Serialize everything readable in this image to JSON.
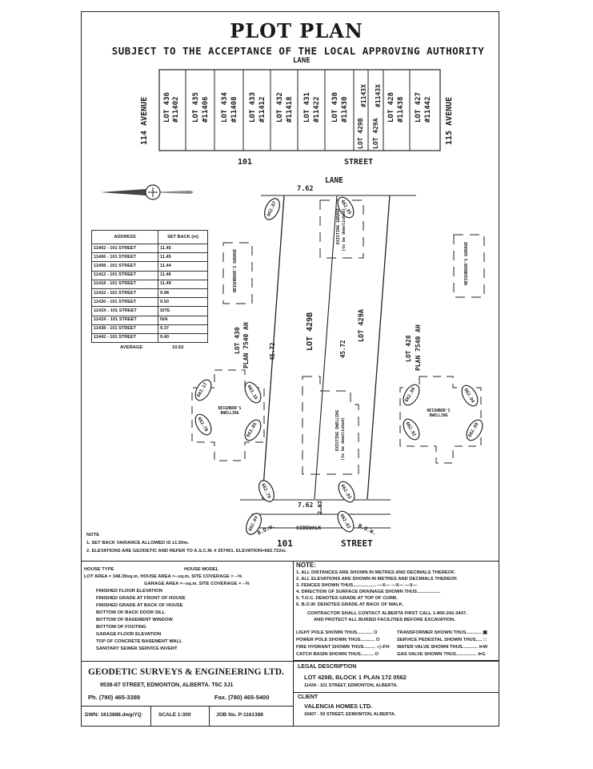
{
  "header": {
    "title": "PLOT PLAN",
    "subtitle": "SUBJECT TO THE ACCEPTANCE OF THE LOCAL APPROVING AUTHORITY"
  },
  "key_plan": {
    "lane": "LANE",
    "left_avenue": "114  AVENUE",
    "right_avenue": "115  AVENUE",
    "street_number": "101",
    "street": "STREET",
    "lots": [
      {
        "lot": "LOT 436",
        "address": "#11402"
      },
      {
        "lot": "LOT 435",
        "address": "#11406"
      },
      {
        "lot": "LOT 434",
        "address": "#11408"
      },
      {
        "lot": "LOT 433",
        "address": "#11412"
      },
      {
        "lot": "LOT 432",
        "address": "#11418"
      },
      {
        "lot": "LOT 431",
        "address": "#11422"
      },
      {
        "lot": "LOT 430",
        "address": "#11430"
      },
      {
        "lot": "LOT 429B",
        "address": "#1143X"
      },
      {
        "lot": "LOT 429A",
        "address": "#1143X"
      },
      {
        "lot": "LOT 428",
        "address": "#11438"
      },
      {
        "lot": "LOT 427",
        "address": "#11442"
      }
    ]
  },
  "site_plan": {
    "lane": "LANE",
    "lane_width": "7.62",
    "bottom_width": "7.62",
    "sidewalk_depth": "2.07",
    "sidewalk": "SIDEWALK",
    "bow_left": "B.O.W.",
    "bow_right": "B.O.W.",
    "street_number": "101",
    "street": "STREET",
    "lot_429b": "LOT 429B",
    "lot_429a": "LOT 429A",
    "depth_b": "45.72",
    "depth_a": "45.72",
    "lot_430": "LOT 430",
    "lot_430_plan": "PLAN 7540 AH",
    "lot_428": "LOT 428",
    "lot_428_plan": "PLAN 7540 AH",
    "neighbours_garage_left": "NEIGHBOUR'S GARAGE",
    "neighbours_garage_right": "NEIGHBOUR'S GARAGE",
    "existing_garage": "EXISTING GARAGE",
    "existing_garage_note": "(to be demolished)",
    "existing_dwelling": "EXISTING DWELLING",
    "existing_dwelling_note": "(to be demolished)",
    "neighbor_dwelling_left": "NEIGHBOR'S DWELLING",
    "neighbor_dwelling_right": "NEIGHBOR'S DWELLING",
    "elevations": {
      "lane_left": "662.87",
      "lane_right": "662.85",
      "front_left": "662.79",
      "front_right": "662.83",
      "bow_left": "662.64",
      "bow_right": "662.63",
      "nl_tl": "663.17",
      "nl_tr": "663.16",
      "nl_bl": "662.70",
      "nl_br": "663.05",
      "nr_tl": "662.89",
      "nr_tr": "662.94",
      "nr_bl": "662.92",
      "nr_br": "662.89"
    }
  },
  "setback_table": {
    "headers": [
      "ADDRESS",
      "SET BACK (m)"
    ],
    "rows": [
      [
        "11402 - 101 STREET",
        "11.45"
      ],
      [
        "11406 - 101 STREET",
        "11.45"
      ],
      [
        "11408 - 101 STREET",
        "11.44"
      ],
      [
        "11412 - 101 STREET",
        "11.46"
      ],
      [
        "11418 - 101 STREET",
        "11.49"
      ],
      [
        "11422 - 101 STREET",
        "9.98"
      ],
      [
        "11430 - 101 STREET",
        "9.50"
      ],
      [
        "1143X - 101 STREET",
        "SITE"
      ],
      [
        "1143X - 101 STREET",
        "N/A"
      ],
      [
        "11438 - 101 STREET",
        "9.37"
      ],
      [
        "11442 - 101 STREET",
        "9.40"
      ]
    ],
    "average_label": "AVERAGE",
    "average_value": "10.62"
  },
  "site_notes": {
    "heading": "NOTE",
    "lines": [
      "1. SET BACK VARIANCE ALLOWED IS ±1.50m.",
      "2. ELEVATIONS ARE GEODETIC AND REFER TO A.S.C.M. # 257451. ELEVATION=682.722m."
    ]
  },
  "house_info": {
    "house_type": "HOUSE TYPE",
    "house_model": "HOUSE MODEL",
    "lot_area": "LOT AREA = 348.39sq.m. HOUSE AREA =--sq.m.   SITE COVERAGE = --%",
    "garage_area": "GARAGE AREA =--sq.m.   SITE COVERAGE = --%",
    "items": [
      "FINISHED FLOOR ELEVATION",
      "FINISHED GRADE AT FRONT OF HOUSE",
      "FINISHED GRADE AT BACK OF HOUSE",
      "BOTTOM OF BACK DOOR SILL",
      "BOTTOM OF BASEMENT WINDOW",
      "BOTTOM OF FOOTING",
      "GARAGE FLOOR ELEVATION",
      "TOP OF CONCRETE BASEMENT WALL",
      "SANITARY SEWER SERVICE INVERT"
    ]
  },
  "general_notes": {
    "heading": "NOTE:",
    "lines": [
      "1. ALL DISTANCES ARE SHOWN IN METRES AND DECIMALS THEREOF.",
      "2. ALL ELEVATIONS ARE SHOWN IN METRES AND DECIMALS THEREOF.",
      "3. FENCES SHOWN THUS.................. —X— —X— —X—",
      "4. DIRECTION OF SURFACE DRAINAGE SHOWN THUS..................",
      "5. T.O.C. DENOTES GRADE AT TOP OF CURB.",
      "6. B.O.W. DENOTES GRADE AT BACK OF WALK."
    ],
    "contractor_1": "CONTRACTOR SHALL CONTACT ALBERTA FIRST CALL 1-800-242-3447.",
    "contractor_2": "AND PROTECT ALL BURIED FACILITIES BEFORE EXCAVATION.",
    "legend_left": [
      "LIGHT POLE SHOWN THUS............ O",
      "POWER POLE SHOWN THUS........... O",
      "FIRE HYDRANT SHOWN THUS......... -◇-FH",
      "CATCH BASIN SHOWN THUS.......... O"
    ],
    "legend_right": [
      "TRANSFORMER SHOWN THUS............ ▣",
      "SERVICE PEDESTAL SHOWN THUS..... □",
      "WATER VALVE SHOWN THUS............ ⊳W",
      "GAS VALVE SHOWN THUS................ ⊳G"
    ]
  },
  "company": {
    "name": "GEODETIC SURVEYS & ENGINEERING LTD.",
    "address": "9538-87 STREET,  EDMONTON,  ALBERTA. T6C 3J1",
    "phone": "Ph. (780) 465-3389",
    "fax": "Fax. (780) 465-5400",
    "dwg": "DWN: 1613888.dwg/YQ",
    "scale": "SCALE  1:300",
    "job": "JOB No. P-1161388"
  },
  "legal": {
    "heading": "LEGAL DESCRIPTION",
    "description": "LOT 429B, BLOCK 1 PLAN 172 0562",
    "address": "11434 - 101 STREET, EDMONTON, ALBERTA."
  },
  "client": {
    "heading": "CLIENT",
    "name": "VALENCIA HOMES LTD.",
    "address": "16607 - 59 STREET, EDMONTON, ALBERTA."
  }
}
